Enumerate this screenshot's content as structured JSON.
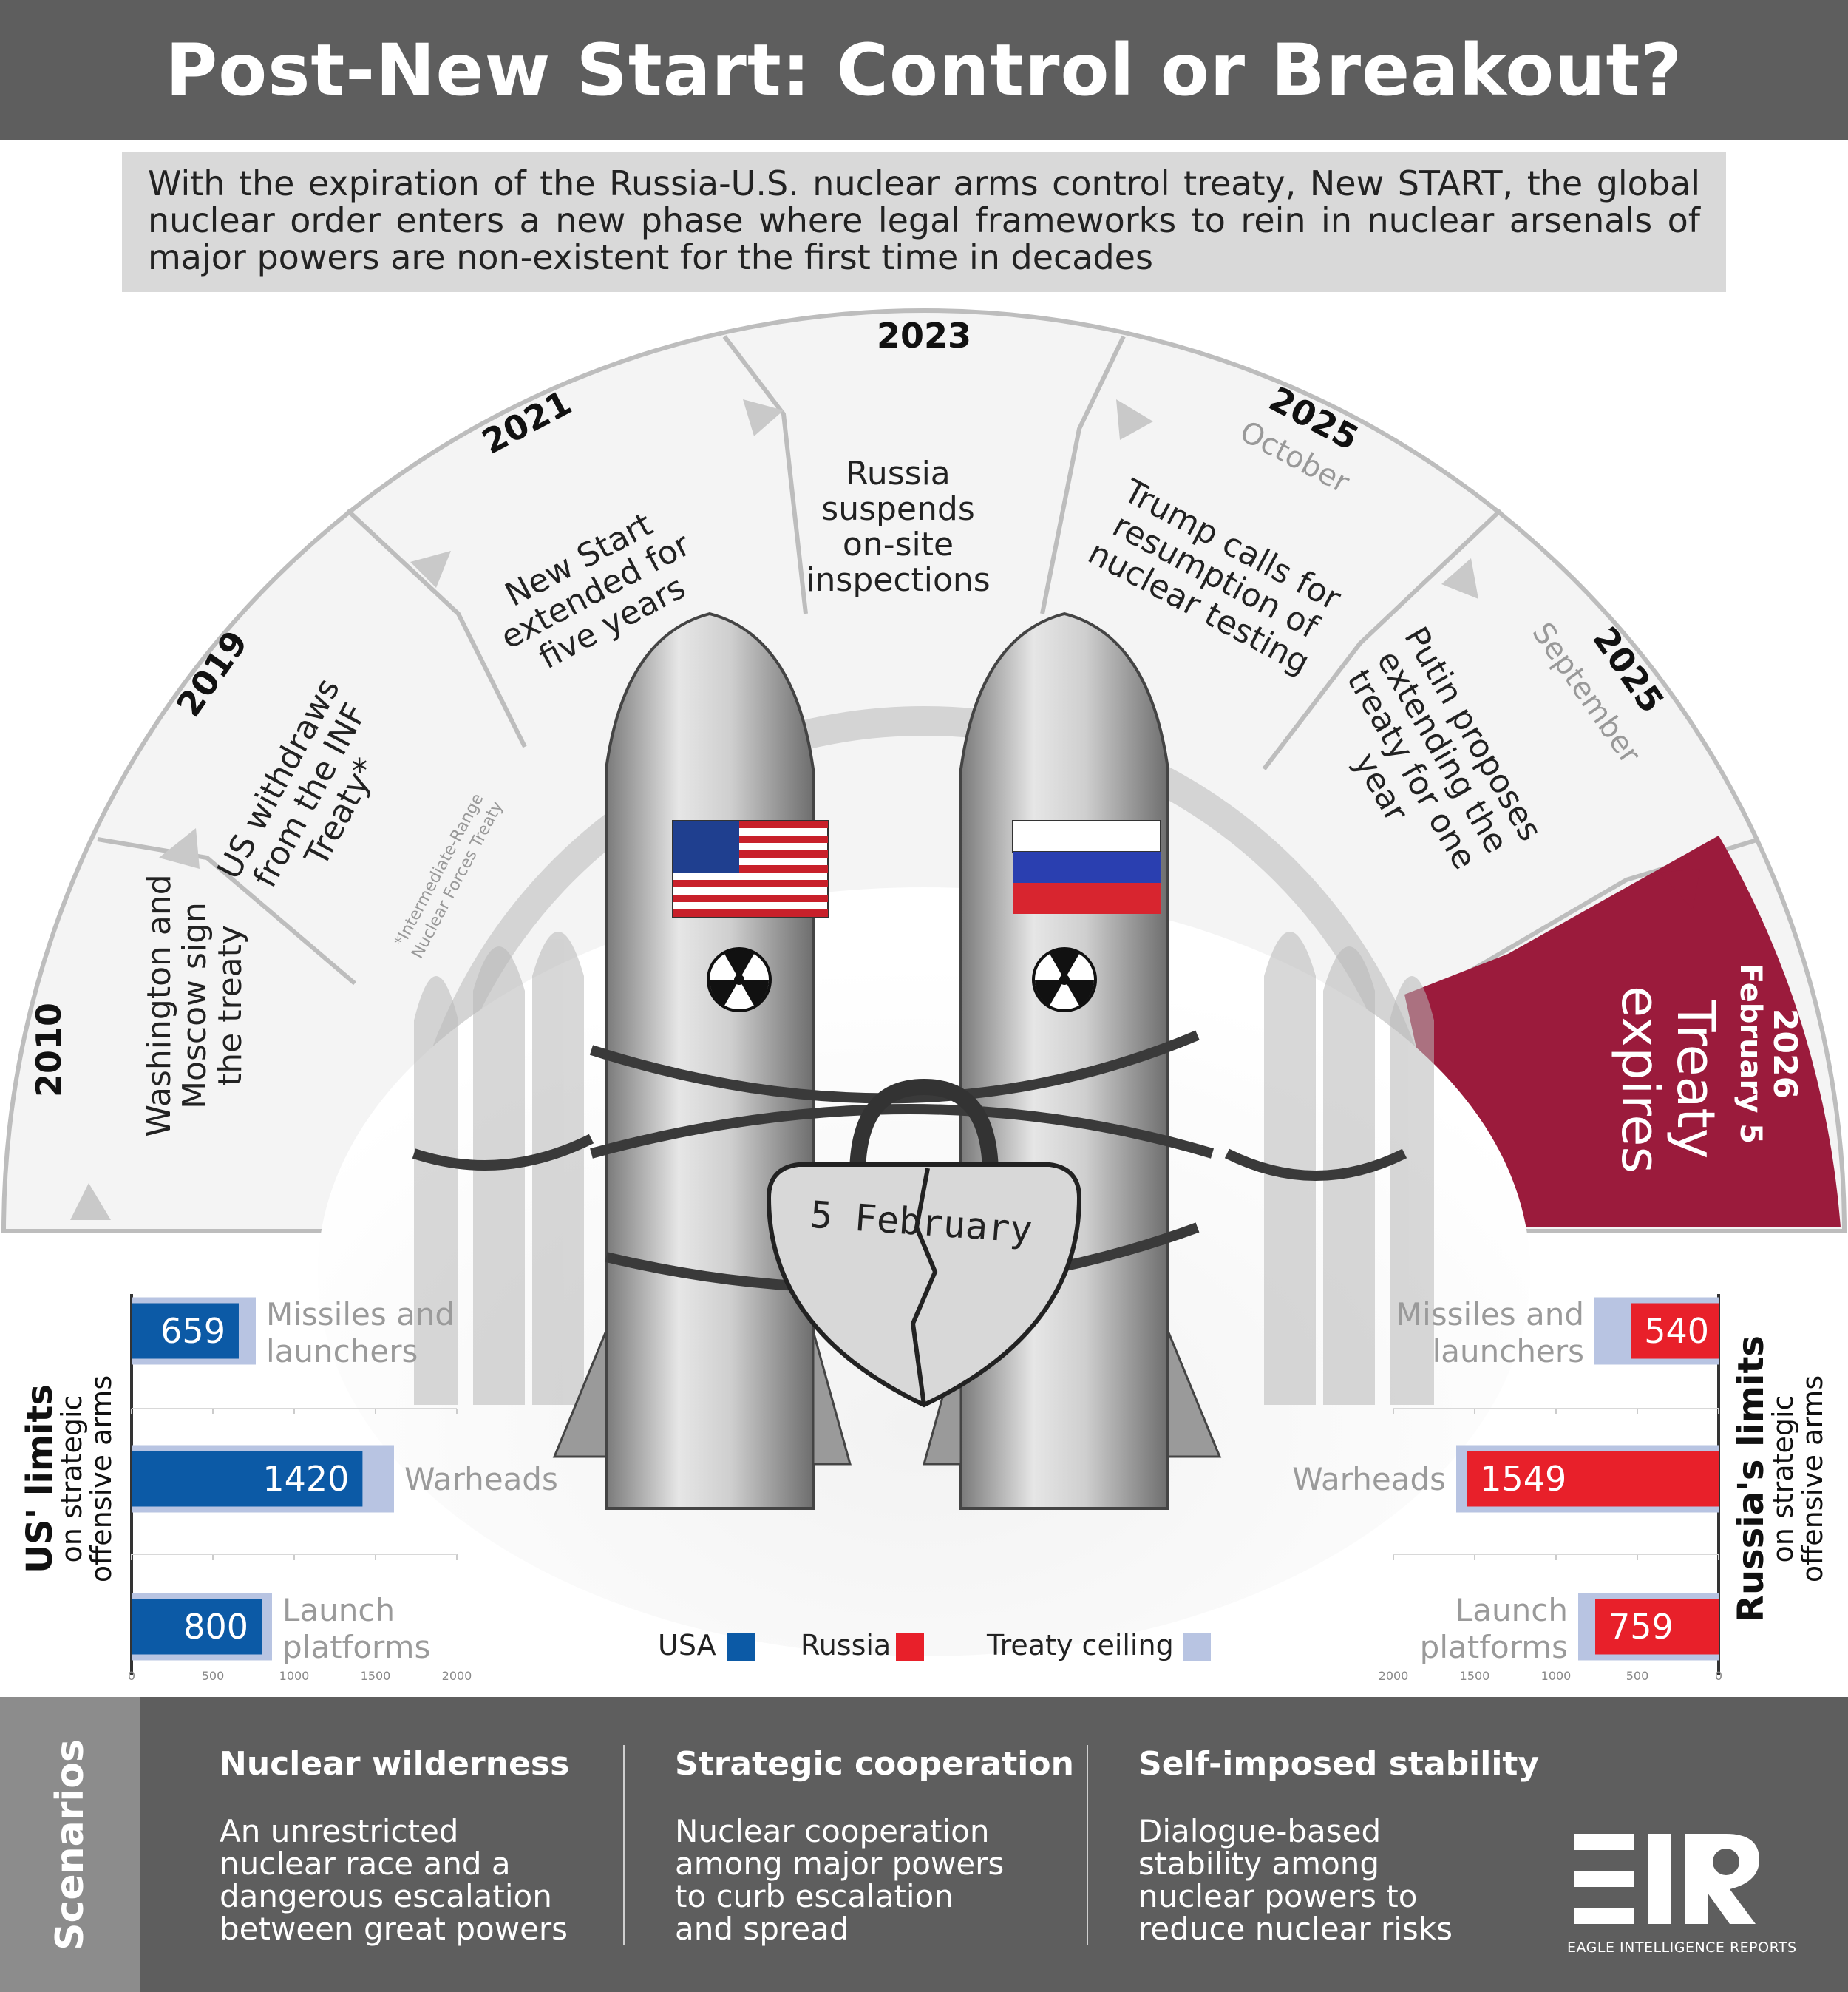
{
  "title": "Post-New Start: Control or Breakout?",
  "intro": "With the expiration of the Russia-U.S. nuclear arms control treaty, New START, the global nuclear order enters a new phase where legal frameworks to rein in nuclear arsenals of major powers are non-existent for the first time in decades",
  "timeline": [
    {
      "year": "2010",
      "month": "",
      "event_lines": [
        "Washington and",
        "Moscow sign",
        "the treaty"
      ]
    },
    {
      "year": "2019",
      "month": "",
      "event_lines": [
        "US withdraws",
        "from the INF",
        "Treaty*"
      ],
      "note_lines": [
        "*Intermediate-Range",
        "Nuclear Forces Treaty"
      ]
    },
    {
      "year": "2021",
      "month": "",
      "event_lines": [
        "New Start",
        "extended for",
        "five years"
      ]
    },
    {
      "year": "2023",
      "month": "",
      "event_lines": [
        "Russia",
        "suspends",
        "on-site",
        "inspections"
      ]
    },
    {
      "year": "2025",
      "month": "October",
      "event_lines": [
        "Trump calls for",
        "resumption of",
        "nuclear testing"
      ]
    },
    {
      "year": "2025",
      "month": "September",
      "event_lines": [
        "Putin proposes",
        "extending the",
        "treaty for one",
        "year"
      ]
    },
    {
      "year": "2026",
      "month": "February 5",
      "event_lines": [
        "Treaty",
        "expires"
      ]
    }
  ],
  "illustration": {
    "lock_text": "5 February"
  },
  "us_limits": {
    "title": "US' limits",
    "subtitle": "on strategic",
    "subtitle2": "offensive arms",
    "rows": [
      {
        "label_lines": [
          "Missiles and",
          "launchers"
        ],
        "value": 659,
        "display": "659",
        "ceiling": 700
      },
      {
        "label_lines": [
          "Warheads"
        ],
        "value": 1420,
        "display": "1420",
        "ceiling": 1550
      },
      {
        "label_lines": [
          "Launch",
          "platforms"
        ],
        "value": 800,
        "display": "800",
        "ceiling": 800
      }
    ],
    "ticks": [
      "0",
      "500",
      "1000",
      "1500",
      "2000"
    ],
    "color": "#0c5aa6"
  },
  "russia_limits": {
    "title": "Russia's limits",
    "subtitle": "on strategic",
    "subtitle2": "offensive arms",
    "rows": [
      {
        "label_lines": [
          "Missiles and",
          "launchers"
        ],
        "value": 540,
        "display": "540",
        "ceiling": 700
      },
      {
        "label_lines": [
          "Warheads"
        ],
        "value": 1549,
        "display": "1549",
        "ceiling": 1550
      },
      {
        "label_lines": [
          "Launch",
          "platforms"
        ],
        "value": 759,
        "display": "759",
        "ceiling": 800
      }
    ],
    "ticks": [
      "2000",
      "1500",
      "1000",
      "500",
      "0"
    ],
    "color": "#e8202a"
  },
  "legend": [
    {
      "label": "USA",
      "color": "#0c5aa6"
    },
    {
      "label": "Russia",
      "color": "#e8202a"
    },
    {
      "label": "Treaty ceiling",
      "color": "#b8c4e2"
    }
  ],
  "scenarios": {
    "label": "Scenarios",
    "items": [
      {
        "title": "Nuclear wilderness",
        "body_lines": [
          "An unrestricted",
          "nuclear race and a",
          "dangerous escalation",
          "between great powers"
        ]
      },
      {
        "title": "Strategic cooperation",
        "body_lines": [
          "Nuclear cooperation",
          "among major powers",
          "to curb escalation",
          "and spread"
        ]
      },
      {
        "title": "Self-imposed stability",
        "body_lines": [
          "Dialogue-based",
          "stability among",
          "nuclear powers to",
          "reduce nuclear risks"
        ]
      }
    ]
  },
  "logo": {
    "mark": "EIR",
    "name": "EAGLE INTELLIGENCE REPORTS"
  },
  "colors": {
    "header": "#5e5e5e",
    "expire": "#9b1b3c",
    "arc": "#bdbdbd"
  }
}
